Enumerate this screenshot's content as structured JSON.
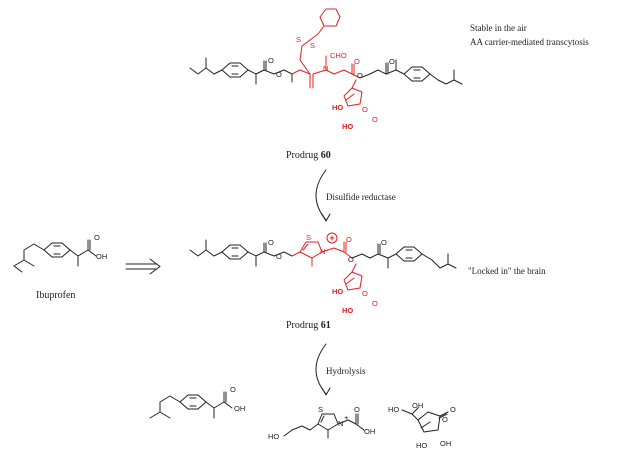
{
  "notes": {
    "stability": "Stable in the air",
    "transport": "AA carrier-mediated transcytosis",
    "locked": "\"Locked in\" the brain"
  },
  "steps": {
    "reduction": "Disulfide reductase",
    "hydrolysis": "Hydrolysis"
  },
  "captions": {
    "ibuprofen": "Ibuprofen",
    "prodrug_prefix": "Prodrug",
    "prodrug_60": "60",
    "prodrug_61": "61"
  },
  "atoms": {
    "oxygen": "O",
    "hydroxyl": "OH",
    "hydroxyl_left": "HO",
    "nitrogen": "N",
    "sulfur": "S",
    "formyl": "CHO",
    "charge": "+"
  },
  "colors": {
    "ink": "#222222",
    "highlight": "#e02020"
  }
}
